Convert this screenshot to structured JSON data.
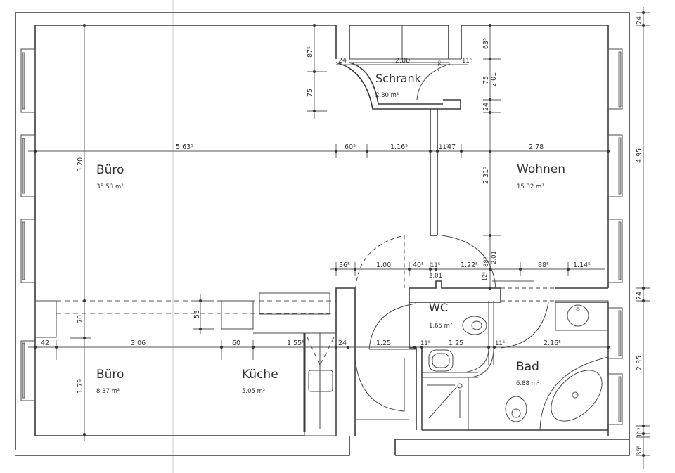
{
  "drawing": {
    "type": "floor plan",
    "line_color": "#3a3a3a",
    "background": "#ffffff"
  },
  "rooms": [
    {
      "name": "Büro",
      "area": "35.53 m²"
    },
    {
      "name": "Schrank",
      "area": "2.80 m²"
    },
    {
      "name": "Wohnen",
      "area": "15.32 m²"
    },
    {
      "name": "WC",
      "area": "1.65 m²"
    },
    {
      "name": "Bad",
      "area": "6.88 m²"
    },
    {
      "name": "Büro",
      "area": "8.37 m²"
    },
    {
      "name": "Küche",
      "area": "5.05 m²"
    }
  ],
  "dimensions": {
    "upper_horizontal": [
      "5.63⁵",
      "60⁵",
      "1.16⁵",
      "11⁵",
      "47",
      "2.78"
    ],
    "schrank_width": "2.00",
    "schrank_left_wall": "24",
    "schrank_door": "1.2⁵",
    "schrank_right": "11⁵",
    "buero_height": "5.20",
    "left_partial": [
      "87⁵",
      "75"
    ],
    "wohnen_left": [
      "63⁵",
      "75",
      "2.01",
      "24",
      "2.31⁵"
    ],
    "middle_horizontal": [
      "36⁵",
      "1.00",
      "40⁵",
      "11⁵",
      "1.22⁵",
      "88⁵",
      "1.14⁵"
    ],
    "middle_sub": [
      "2.01",
      "88⁵",
      "2.01",
      "12⁵"
    ],
    "kitchen_vertical": "53",
    "left_lower_vertical": [
      "70",
      "1.79"
    ],
    "lower_horizontal": [
      "42",
      "3.06",
      "60",
      "1.55⁵",
      "24",
      "1.25",
      "11⁵",
      "1.25",
      "11⁵",
      "2.16⁵"
    ],
    "right_vertical": [
      "24",
      "4.95",
      "24",
      "2.35",
      "11⁵",
      "36⁵"
    ]
  }
}
